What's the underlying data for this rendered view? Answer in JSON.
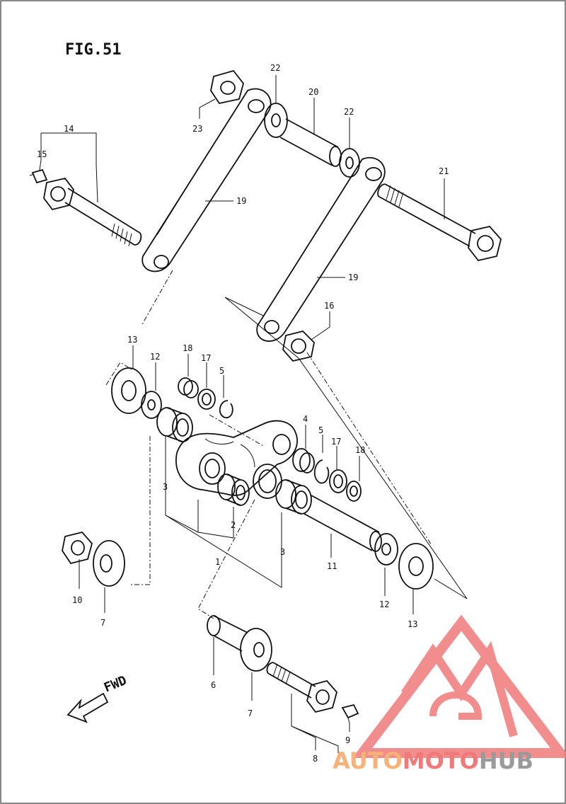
{
  "figure": {
    "title": "FIG.51"
  },
  "direction": {
    "label": "FWD"
  },
  "callouts": {
    "c1": "1",
    "c2": "2",
    "c3a": "3",
    "c3b": "3",
    "c4": "4",
    "c5a": "5",
    "c5b": "5",
    "c6": "6",
    "c7a": "7",
    "c7b": "7",
    "c8": "8",
    "c9": "9",
    "c10": "10",
    "c11": "11",
    "c12a": "12",
    "c12b": "12",
    "c13a": "13",
    "c13b": "13",
    "c14": "14",
    "c15": "15",
    "c16": "16",
    "c17a": "17",
    "c17b": "17",
    "c18a": "18",
    "c18b": "18",
    "c19a": "19",
    "c19b": "19",
    "c20": "20",
    "c21": "21",
    "c22a": "22",
    "c22b": "22",
    "c23": "23"
  },
  "watermark": {
    "part1": "AUTO",
    "part2": "MOTO",
    "part3": "HUB",
    "color1": "#f7b27a",
    "color2": "#f07a7a",
    "color3": "#9a9a9a"
  }
}
